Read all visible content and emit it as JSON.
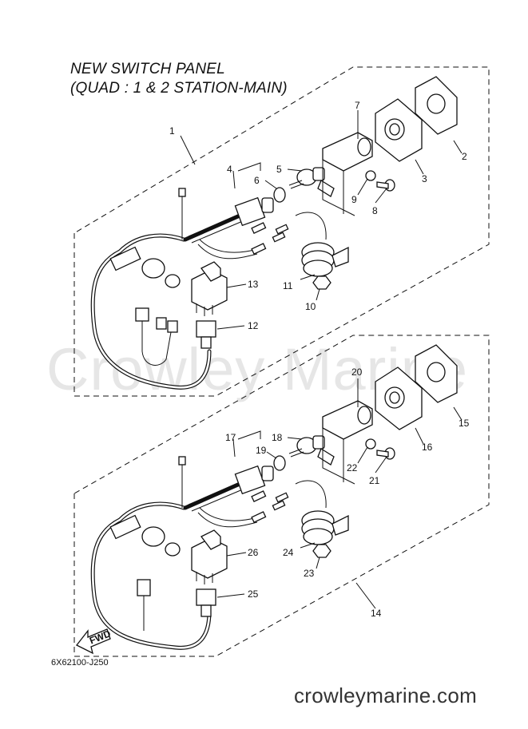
{
  "title": {
    "line1": "NEW SWITCH PANEL",
    "line2": "(QUAD : 1 & 2 STATION-MAIN)"
  },
  "watermark": "Crowley Marine",
  "site_url": "crowleymarine.com",
  "part_code": "6X62100-J250",
  "fwd_label": "FWD",
  "callouts": {
    "upper": [
      "1",
      "2",
      "3",
      "4",
      "5",
      "6",
      "7",
      "8",
      "9",
      "10",
      "11",
      "12",
      "13"
    ],
    "lower": [
      "14",
      "15",
      "16",
      "17",
      "18",
      "19",
      "20",
      "21",
      "22",
      "23",
      "24",
      "25",
      "26"
    ]
  }
}
